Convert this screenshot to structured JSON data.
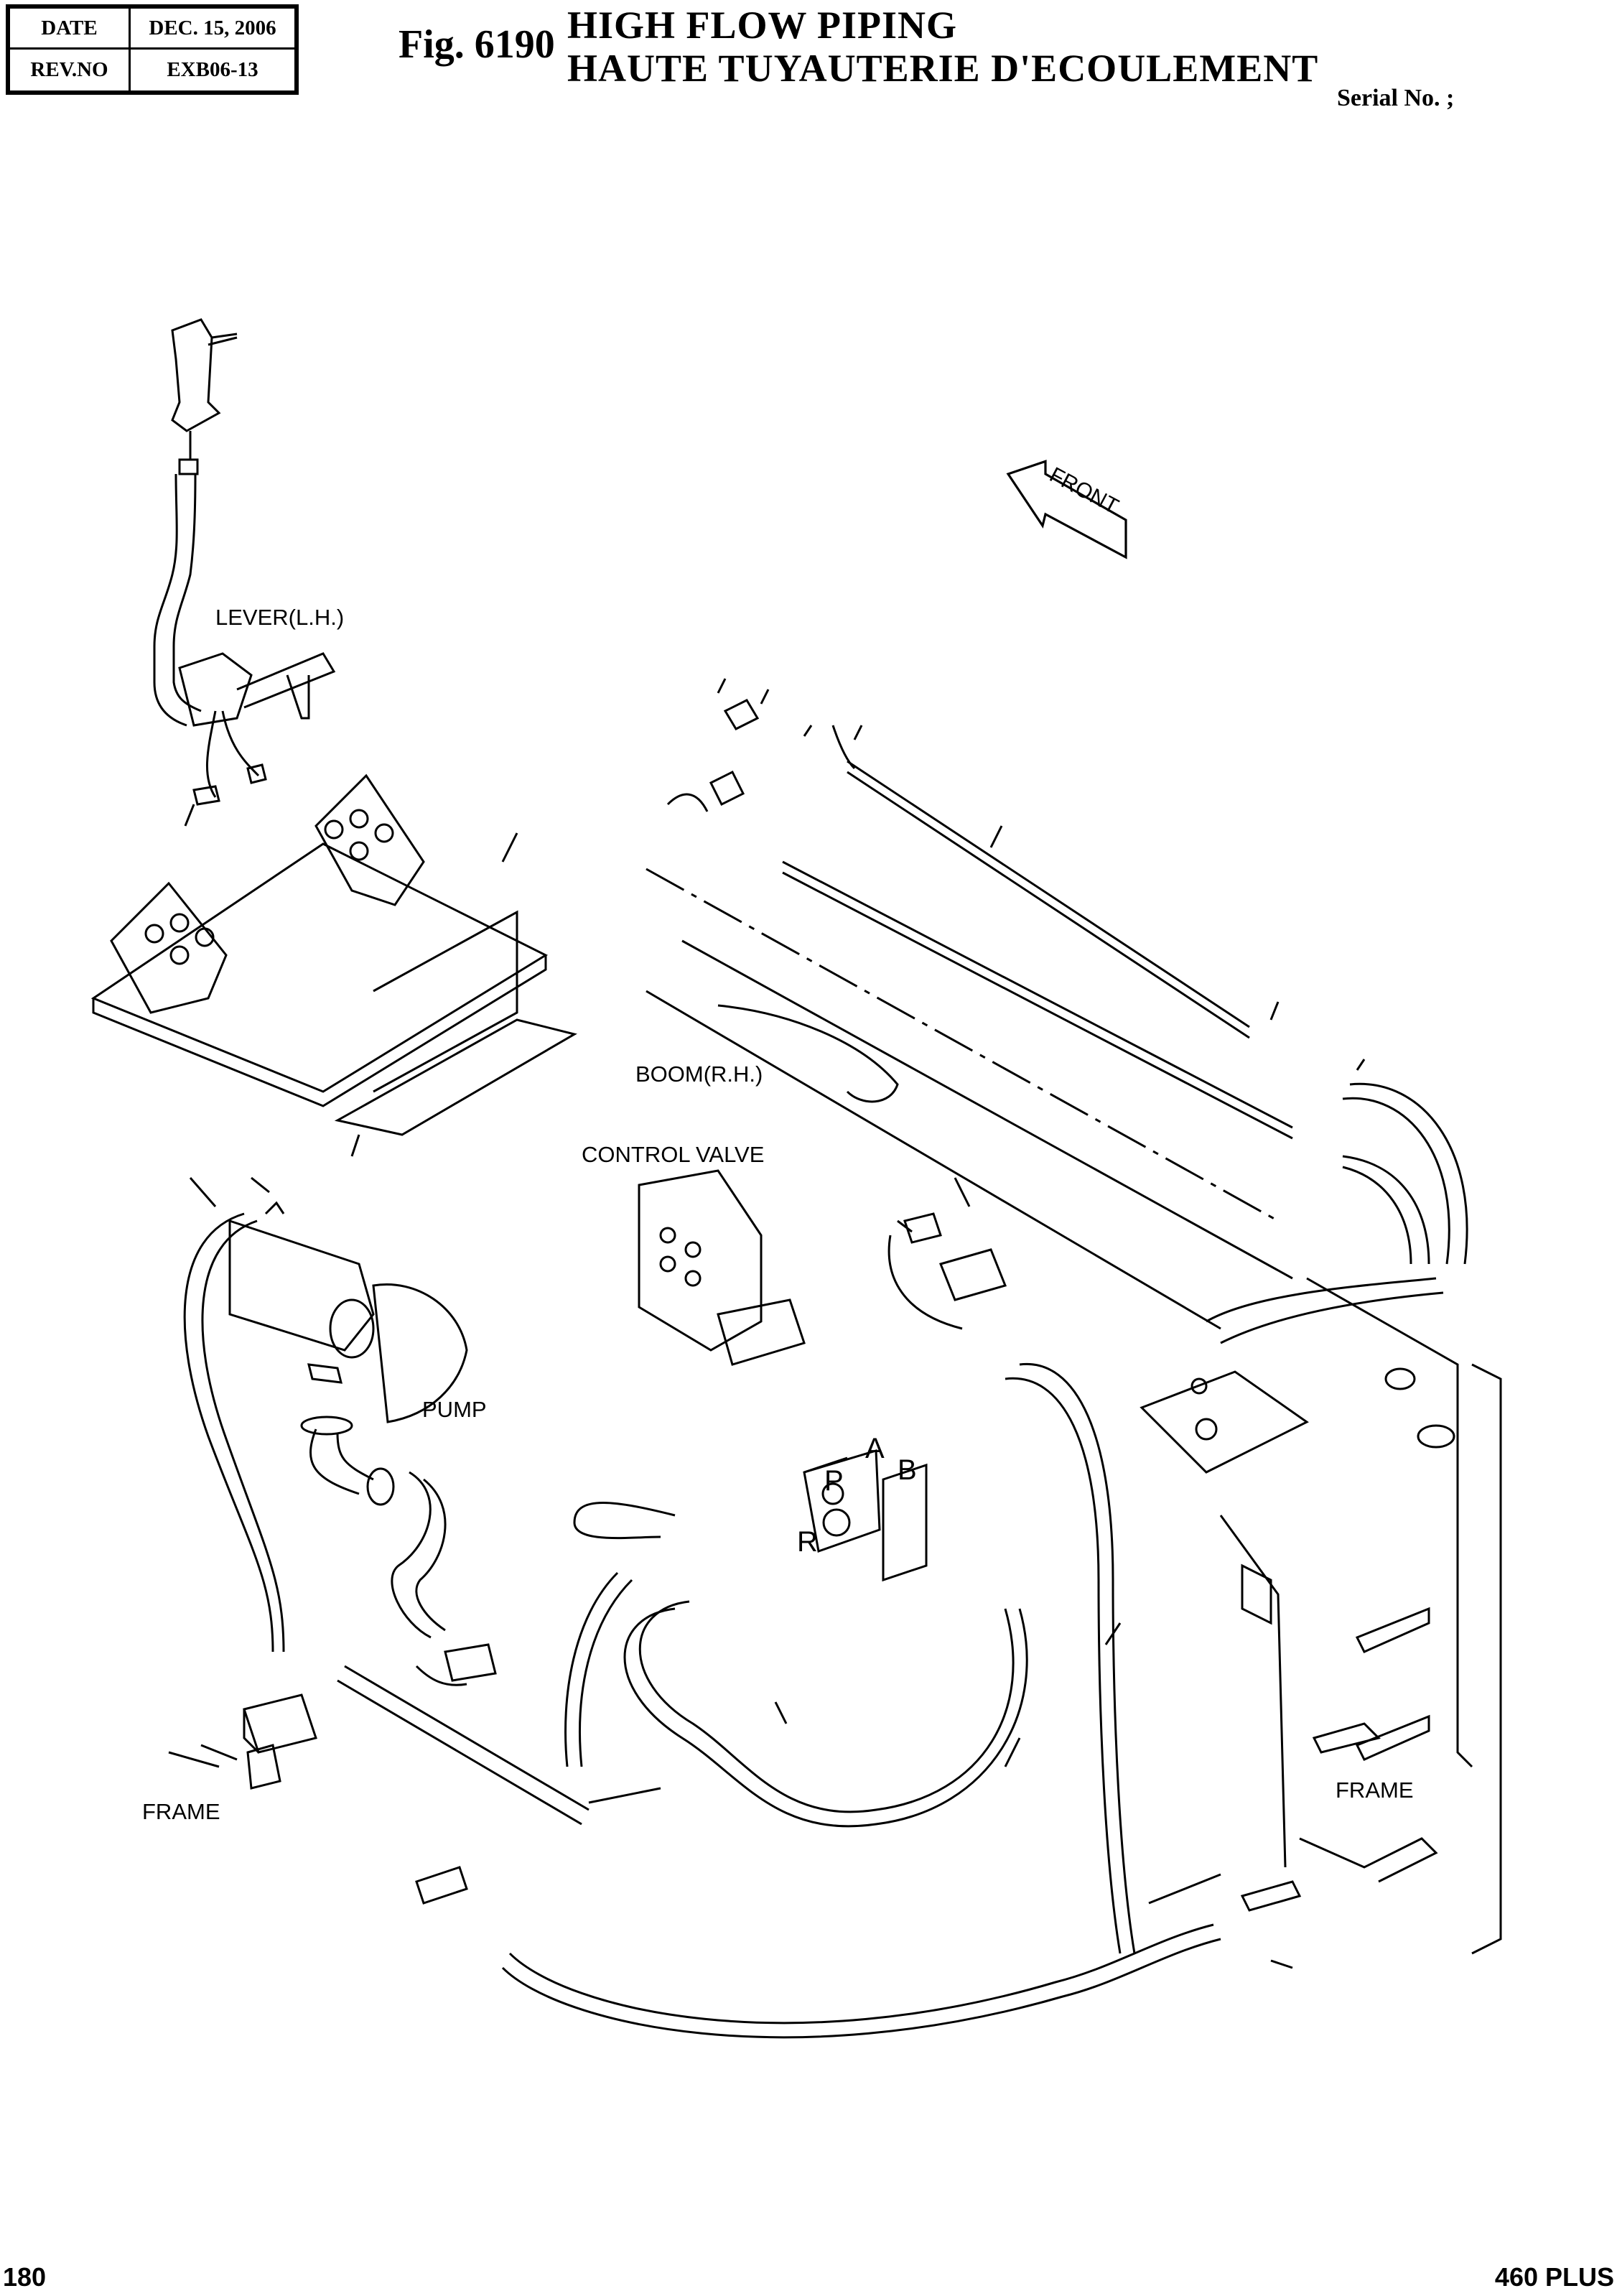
{
  "header": {
    "date_label": "DATE",
    "date_value": "DEC. 15, 2006",
    "rev_label": "REV.NO",
    "rev_value": "EXB06-13",
    "figure_number": "Fig. 6190",
    "title_en": "HIGH FLOW PIPING",
    "title_fr": "HAUTE TUYAUTERIE D'ECOULEMENT",
    "serial": "Serial No. ;"
  },
  "diagram": {
    "direction_arrow": "FRONT",
    "labels": {
      "lever": "LEVER(L.H.)",
      "boom": "BOOM(R.H.)",
      "control_valve": "CONTROL VALVE",
      "pump": "PUMP",
      "frame_left": "FRAME",
      "frame_right": "FRAME"
    },
    "ports": {
      "a": "A",
      "b": "B",
      "p": "P",
      "r": "R"
    }
  },
  "footer": {
    "page_number": "180",
    "model": "460 PLUS"
  }
}
